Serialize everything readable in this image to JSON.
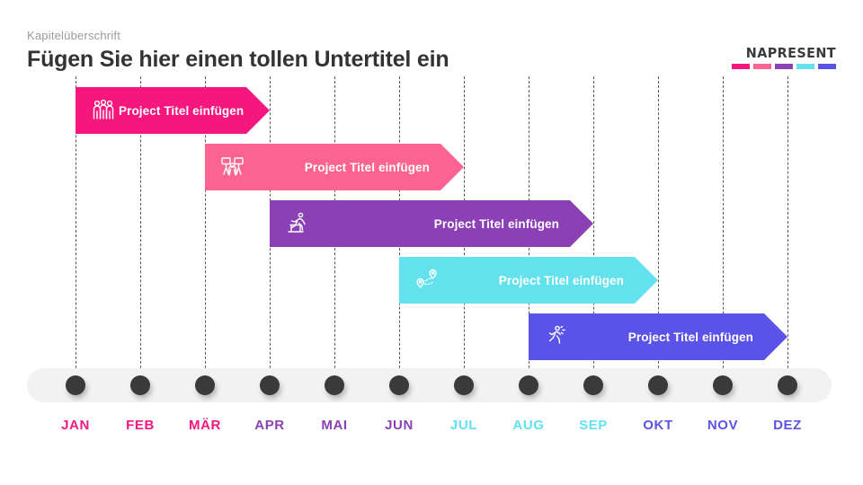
{
  "header": {
    "eyebrow": "Kapitelüberschrift",
    "title": "Fügen Sie hier einen tollen Untertitel ein"
  },
  "logo": {
    "wordmark": "NAPRESENT",
    "bar_colors": [
      "#F5167E",
      "#FB6392",
      "#8B40B5",
      "#63E2EE",
      "#5B52E8"
    ]
  },
  "theme": {
    "background": "#FFFFFF",
    "track_background": "#F2F2F2",
    "dot_color": "#3A3A3A",
    "gridline_color": "#3A3A3A",
    "title_color": "#333333",
    "eyebrow_color": "#9B9B9B",
    "bar_label_color": "#FFFFFF"
  },
  "timeline": {
    "first_tick_x": 84,
    "tick_spacing": 72,
    "months": [
      {
        "label": "JAN",
        "color": "#F5167E"
      },
      {
        "label": "FEB",
        "color": "#F5167E"
      },
      {
        "label": "MÄR",
        "color": "#F5167E"
      },
      {
        "label": "APR",
        "color": "#8B40B5"
      },
      {
        "label": "MAI",
        "color": "#8B40B5"
      },
      {
        "label": "JUN",
        "color": "#8B40B5"
      },
      {
        "label": "JUL",
        "color": "#63E2EE"
      },
      {
        "label": "AUG",
        "color": "#63E2EE"
      },
      {
        "label": "SEP",
        "color": "#63E2EE"
      },
      {
        "label": "OKT",
        "color": "#5B52E8"
      },
      {
        "label": "NOV",
        "color": "#5B52E8"
      },
      {
        "label": "DEZ",
        "color": "#5B52E8"
      }
    ]
  },
  "chart_data": {
    "type": "bar",
    "title": "Fügen Sie hier einen tollen Untertitel ein",
    "categories": [
      "JAN",
      "FEB",
      "MÄR",
      "APR",
      "MAI",
      "JUN",
      "JUL",
      "AUG",
      "SEP",
      "OKT",
      "NOV",
      "DEZ"
    ],
    "series": [
      {
        "name": "Project Titel einfügen",
        "icon": "group-of-people-icon",
        "color": "#F5167E",
        "start_month": "JAN",
        "end_month": "APR",
        "start_index": 0,
        "end_index": 3,
        "row": 1
      },
      {
        "name": "Project Titel einfügen",
        "icon": "presentation-meeting-icon",
        "color": "#FB6392",
        "start_month": "MÄR",
        "end_month": "JUL",
        "start_index": 2,
        "end_index": 6,
        "row": 2
      },
      {
        "name": "Project Titel einfügen",
        "icon": "hurdle-runner-icon",
        "color": "#8B40B5",
        "start_month": "APR",
        "end_month": "SEP",
        "start_index": 3,
        "end_index": 8,
        "row": 3
      },
      {
        "name": "Project Titel einfügen",
        "icon": "route-map-pins-icon",
        "color": "#63E2EE",
        "start_month": "JUN",
        "end_month": "OKT",
        "start_index": 5,
        "end_index": 9,
        "row": 4
      },
      {
        "name": "Project Titel einfügen",
        "icon": "running-person-icon",
        "color": "#5B52E8",
        "start_month": "AUG",
        "end_month": "DEZ",
        "start_index": 7,
        "end_index": 11,
        "row": 5
      }
    ],
    "xlabel": "",
    "ylabel": "",
    "grid": true,
    "legend_position": "none"
  }
}
